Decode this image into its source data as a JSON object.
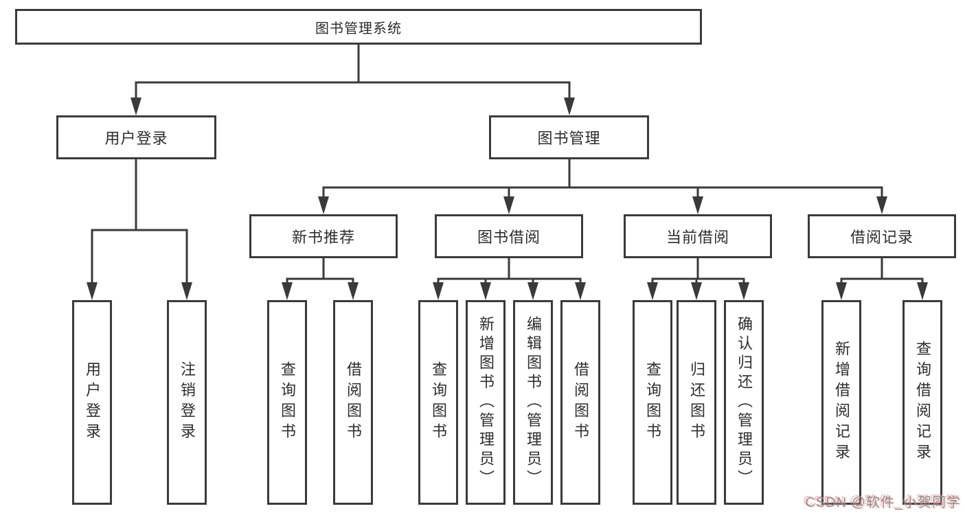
{
  "tree": {
    "label": "图书管理系统",
    "children": [
      {
        "label": "用户登录",
        "children": [
          {
            "label": "用户登录"
          },
          {
            "label": "注销登录"
          }
        ]
      },
      {
        "label": "图书管理",
        "children": [
          {
            "label": "新书推荐",
            "children": [
              {
                "label": "查询图书"
              },
              {
                "label": "借阅图书"
              }
            ]
          },
          {
            "label": "图书借阅",
            "children": [
              {
                "label": "查询图书"
              },
              {
                "label": "新增图书（管理员）"
              },
              {
                "label": "编辑图书（管理员）"
              },
              {
                "label": "借阅图书"
              }
            ]
          },
          {
            "label": "当前借阅",
            "children": [
              {
                "label": "查询图书"
              },
              {
                "label": "归还图书"
              },
              {
                "label": "确认归还（管理员）"
              }
            ]
          },
          {
            "label": "借阅记录",
            "children": [
              {
                "label": "新增借阅记录"
              },
              {
                "label": "查询借阅记录"
              }
            ]
          }
        ]
      }
    ]
  },
  "watermark": {
    "text": "CSDN @软件_小贺同学"
  },
  "colors": {
    "line": "#3a3a3a",
    "box_border": "#3a3a3a",
    "text": "#2d2d2d",
    "background": "#ffffff",
    "watermark_text": "#8f8f8f",
    "watermark_accent": "#f38585"
  }
}
